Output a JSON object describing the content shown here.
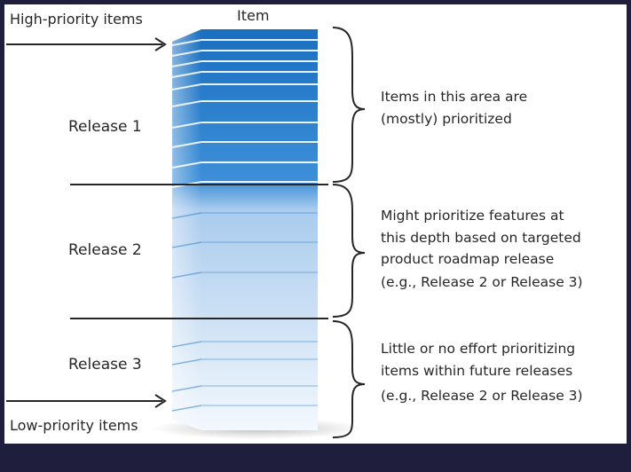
{
  "column_header": "Item",
  "high_priority_label": "High-priority items",
  "low_priority_label": "Low-priority items",
  "releases": [
    "Release 1",
    "Release 2",
    "Release 3"
  ],
  "notes": {
    "release1": [
      "Items in this area are",
      "(mostly) prioritized"
    ],
    "release2": [
      "Might prioritize features at",
      "this depth based on targeted",
      "product roadmap release",
      "(e.g., Release 2 or Release 3)"
    ],
    "release3": [
      "Little or no effort prioritizing",
      "items within future releases",
      "(e.g., Release 2 or Release 3)"
    ]
  },
  "colors": {
    "frame": "#1f1f3d",
    "item_top": "#1a6fc0",
    "item_bottom": "#eef5fc",
    "ink": "#262626"
  }
}
